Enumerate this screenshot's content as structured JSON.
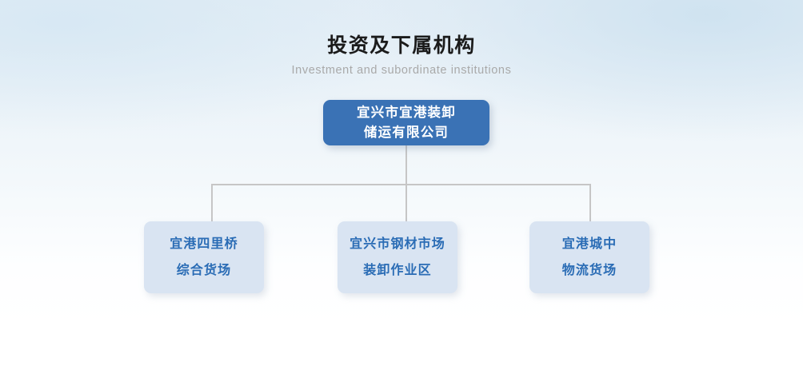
{
  "header": {
    "title": "投资及下属机构",
    "subtitle": "Investment and subordinate institutions"
  },
  "colors": {
    "root_background": "#3a72b5",
    "root_text": "#ffffff",
    "child_background": "#d9e4f2",
    "child_text": "#2a6cb5",
    "connector_line": "#c6c6c6",
    "title_text": "#1b1b1b",
    "subtitle_text": "#a9a9a9",
    "page_background_top": "#e4eef6",
    "page_background_bottom": "#ffffff"
  },
  "chart_data": {
    "type": "diagram",
    "diagram_type": "organization-tree",
    "title": "投资及下属机构",
    "subtitle": "Investment and subordinate institutions",
    "root": {
      "id": "root",
      "lines": [
        "宜兴市宜港装卸",
        "储运有限公司"
      ],
      "full_name": "宜兴市宜港装卸储运有限公司",
      "level": 0
    },
    "children": [
      {
        "id": "child-0",
        "lines": [
          "宜港四里桥",
          "综合货场"
        ],
        "full_name": "宜港四里桥综合货场",
        "level": 1,
        "parent": "root"
      },
      {
        "id": "child-1",
        "lines": [
          "宜兴市钢材市场",
          "装卸作业区"
        ],
        "full_name": "宜兴市钢材市场装卸作业区",
        "level": 1,
        "parent": "root"
      },
      {
        "id": "child-2",
        "lines": [
          "宜港城中",
          "物流货场"
        ],
        "full_name": "宜港城中物流货场",
        "level": 1,
        "parent": "root"
      }
    ],
    "edges": [
      {
        "from": "root",
        "to": "child-0"
      },
      {
        "from": "root",
        "to": "child-1"
      },
      {
        "from": "root",
        "to": "child-2"
      }
    ],
    "node_count": 4,
    "depth": 2
  }
}
